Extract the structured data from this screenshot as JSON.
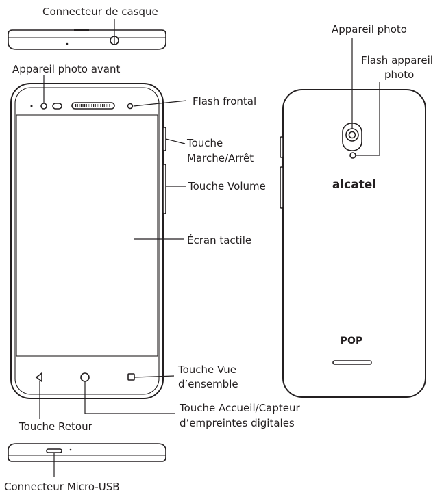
{
  "labels": {
    "headphone_connector": "Connecteur de casque",
    "front_camera": "Appareil photo avant",
    "front_flash": "Flash frontal",
    "power_key_line1": "Touche",
    "power_key_line2": "Marche/Arrêt",
    "volume_key": "Touche Volume",
    "touchscreen": "Écran tactile",
    "recent_key_line1": "Touche Vue",
    "recent_key_line2": "d’ensemble",
    "home_key_line1": "Touche Accueil/Capteur",
    "home_key_line2": "d’empreintes digitales",
    "back_key": "Touche Retour",
    "micro_usb_connector": "Connecteur Micro-USB",
    "rear_camera": "Appareil photo",
    "rear_flash_line1": "Flash appareil",
    "rear_flash_line2": "photo"
  },
  "back_panel": {
    "brand": "alcatel",
    "model": "POP"
  },
  "icons": {
    "back_key": "triangle-back-icon",
    "home_key": "circle-home-icon",
    "recent_key": "square-overview-icon"
  }
}
